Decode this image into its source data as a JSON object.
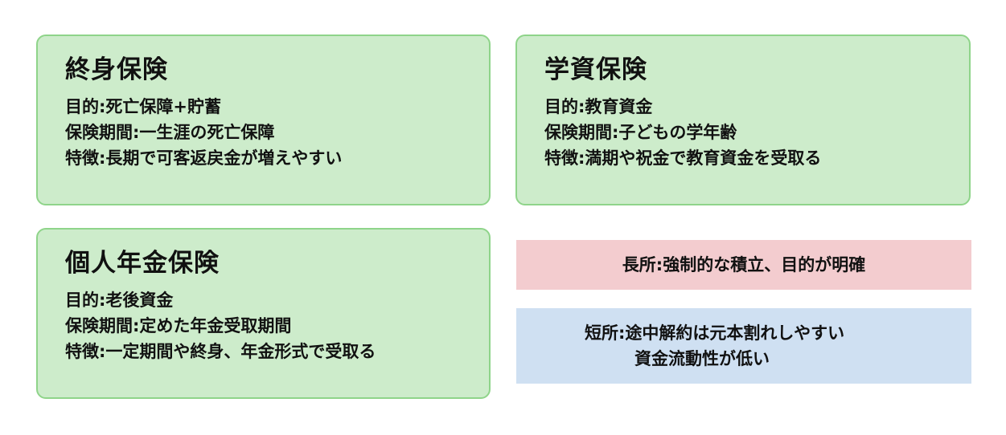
{
  "cards": {
    "shushin": {
      "title": "終身保険",
      "purpose": "目的:死亡保障+貯蓄",
      "period": "保険期間:一生涯の死亡保障",
      "feature": "特徴:長期で可客返戻金が増えやすい"
    },
    "gakushi": {
      "title": "学資保険",
      "purpose": "目的:教育資金",
      "period": "保険期間:子どもの学年齢",
      "feature": "特徴:満期や祝金で教育資金を受取る"
    },
    "nenkin": {
      "title": "個人年金保険",
      "purpose": "目的:老後資金",
      "period": "保険期間:定めた年金受取期間",
      "feature": "特徴:一定期間や終身、年金形式で受取る"
    }
  },
  "merit": {
    "text": "長所:強制的な積立、目的が明確"
  },
  "demerit": {
    "line1": "短所:途中解約は元本割れしやすい",
    "line2": "資金流動性が低い"
  },
  "colors": {
    "card_fill": "#cdeccb",
    "card_border": "#8fd48a",
    "merit_fill": "#f3cccf",
    "demerit_fill": "#cfe0f2"
  }
}
